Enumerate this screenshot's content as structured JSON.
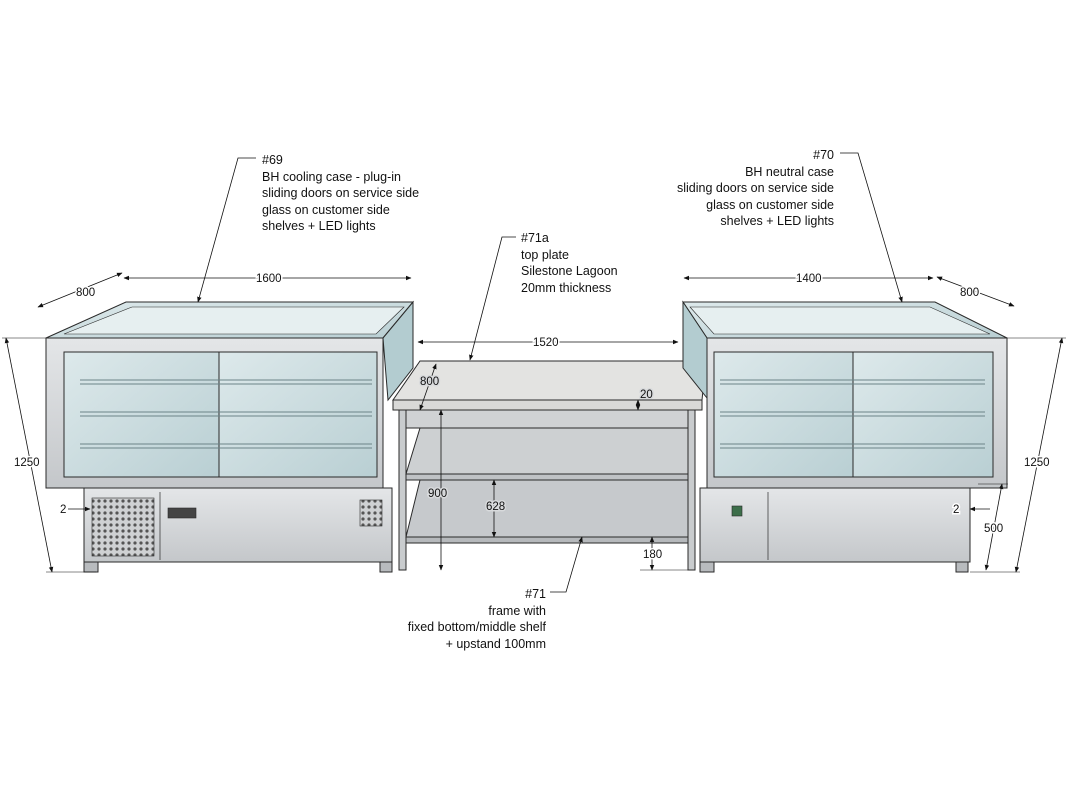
{
  "callouts": {
    "case69": {
      "id": "#69",
      "lines": [
        "BH cooling case - plug-in",
        "sliding doors on service side",
        "glass on customer side",
        "shelves + LED lights"
      ]
    },
    "case70": {
      "id": "#70",
      "lines": [
        "BH neutral case",
        "sliding doors on service side",
        "glass on customer side",
        "shelves + LED lights"
      ]
    },
    "plate71a": {
      "id": "#71a",
      "lines": [
        "top plate",
        "Silestone Lagoon",
        "20mm thickness"
      ]
    },
    "frame71": {
      "id": "#71",
      "lines": [
        "frame with",
        "fixed bottom/middle shelf",
        "+ upstand 100mm"
      ]
    }
  },
  "dimensions": {
    "left_depth": "800",
    "left_width": "1600",
    "left_height": "1250",
    "left_gap": "2",
    "center_width": "1520",
    "center_depth": "800",
    "center_plate": "20",
    "center_height": "900",
    "center_shelf": "628",
    "center_bottom": "180",
    "right_width": "1400",
    "right_depth": "800",
    "right_height": "1250",
    "right_gap": "2",
    "right_base": "500"
  },
  "colors": {
    "steel": "#d6d8da",
    "steel_dark": "#9a9ea2",
    "glass": "#cfe0e3",
    "glass_tint": "#bcd6d9",
    "marble": "#e2e2e0",
    "line": "#2a2a2a"
  }
}
